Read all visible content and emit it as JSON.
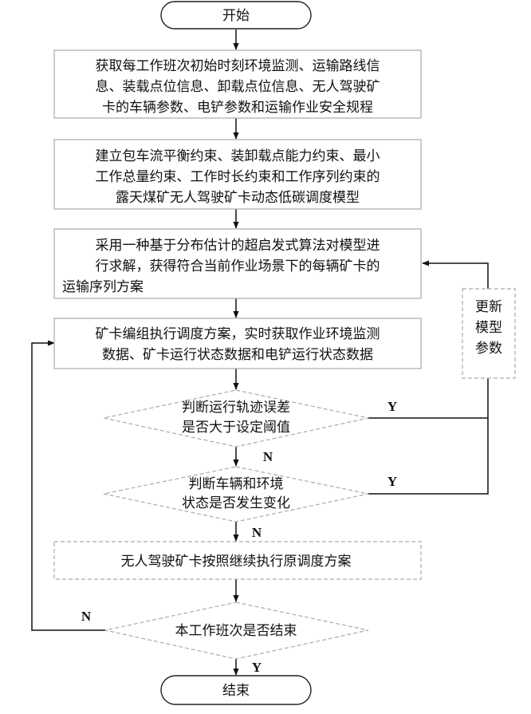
{
  "nodes": {
    "start": "开始",
    "step1": [
      "获取每工作班次初始时刻环境监测、运输路线信",
      "息、装载点位信息、卸载点位信息、无人驾驶矿",
      "卡的车辆参数、电铲参数和运输作业安全规程"
    ],
    "step2": [
      "建立包车流平衡约束、装卸载点能力约束、最小",
      "工作总量约束、工作时长约束和工作序列约束的",
      "露天煤矿无人驾驶矿卡动态低碳调度模型"
    ],
    "step3": [
      "采用一种基于分布估计的超启发式算法对模型进",
      "行求解，获得符合当前作业场景下的每辆矿卡的",
      "运输序列方案"
    ],
    "step4": [
      "矿卡编组执行调度方案，实时获取作业环境监测",
      "数据、矿卡运行状态数据和电铲运行状态数据"
    ],
    "decision1": [
      "判断运行轨迹误差",
      "是否大于设定阈值"
    ],
    "decision2": [
      "判断车辆和环境",
      "状态是否发生变化"
    ],
    "step5": "无人驾驶矿卡按照继续执行原调度方案",
    "decision3": "本工作班次是否结束",
    "update": [
      "更新",
      "模型",
      "参数"
    ],
    "end": "结束"
  },
  "edge_labels": {
    "d1_yes": "Y",
    "d1_no": "N",
    "d2_yes": "Y",
    "d2_no": "N",
    "d3_no": "N",
    "d3_yes": "Y"
  }
}
